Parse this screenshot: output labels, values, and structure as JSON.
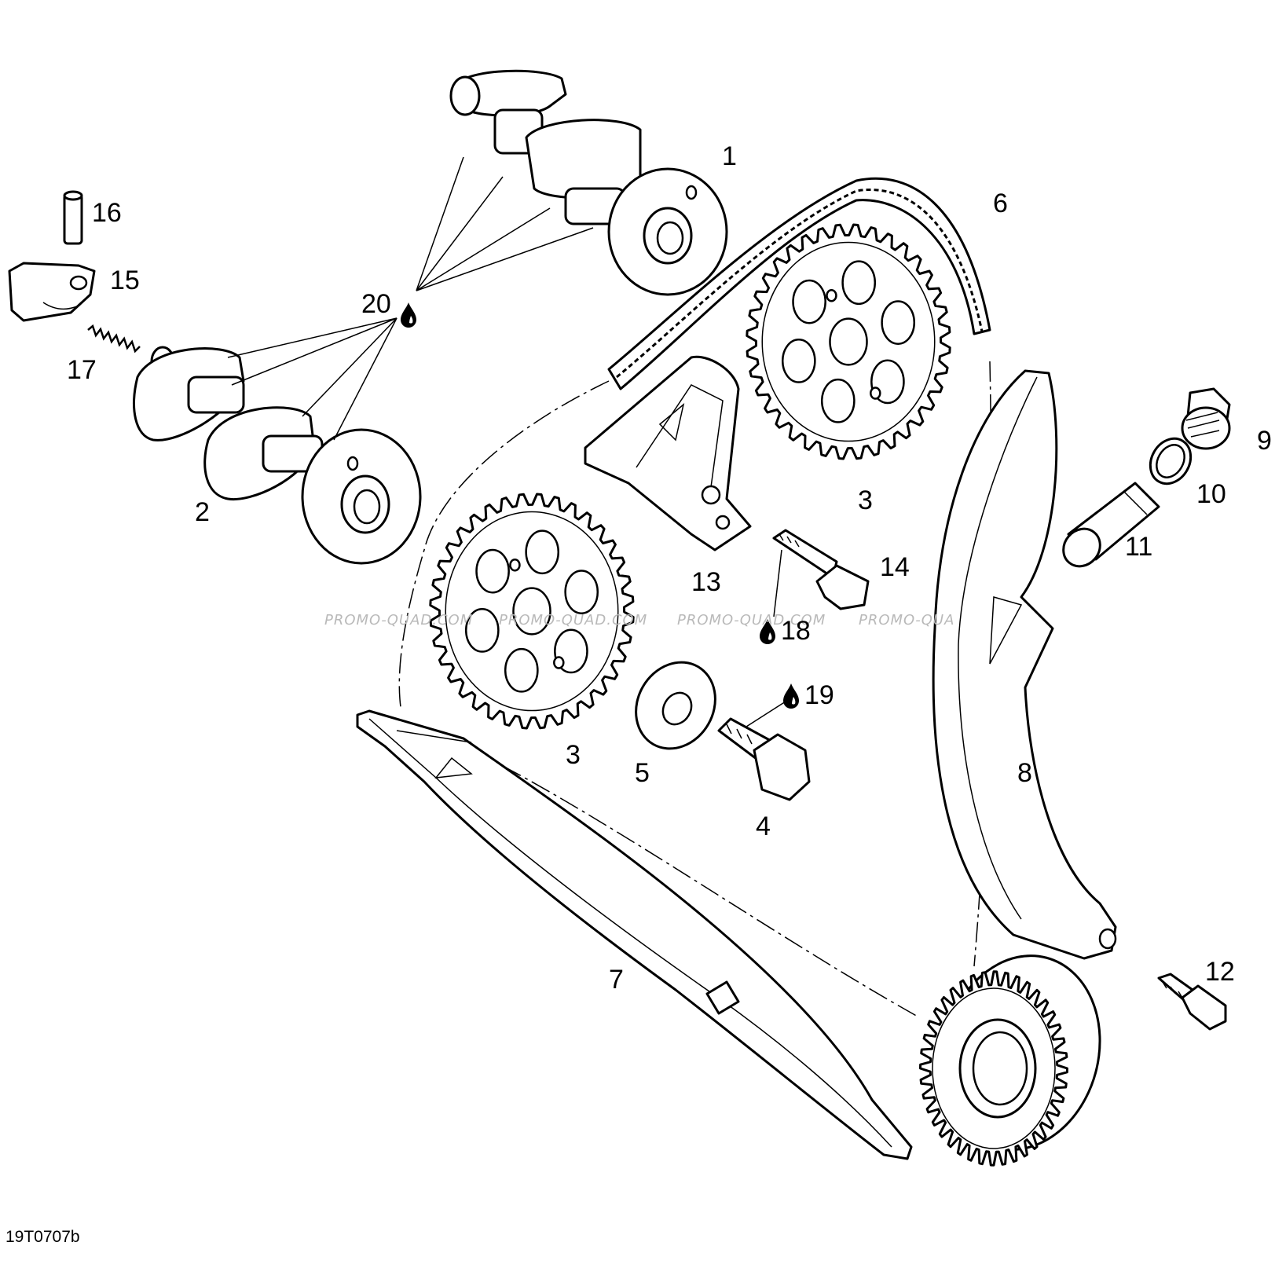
{
  "diagram_id": "19T0707b",
  "watermark": [
    "PROMO-QUAD.COM",
    "PROMO-QUAD.COM",
    "PROMO-QUAD.COM",
    "PROMO-QUA"
  ],
  "callouts": {
    "c1": "1",
    "c2": "2",
    "c3a": "3",
    "c3b": "3",
    "c4": "4",
    "c5": "5",
    "c6": "6",
    "c7": "7",
    "c8": "8",
    "c9": "9",
    "c10": "10",
    "c11": "11",
    "c12": "12",
    "c13": "13",
    "c14": "14",
    "c15": "15",
    "c16": "16",
    "c17": "17",
    "c18": "18",
    "c19": "19",
    "c20": "20"
  },
  "icons": {
    "lubricant": "oil-drop-icon"
  },
  "colors": {
    "line": "#000000",
    "background": "#ffffff",
    "watermark": "#b9b9b9"
  }
}
